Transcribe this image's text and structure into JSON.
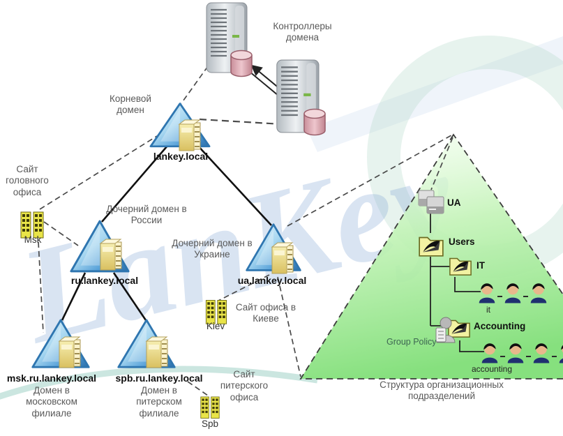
{
  "diagram": {
    "domain_controllers_label": "Контроллеры домена",
    "root_domain": {
      "caption": "Корневой домен",
      "name": "lankey.local"
    },
    "ru_domain": {
      "caption": "Дочерний домен в России",
      "name": "ru.lankey.local"
    },
    "ua_domain": {
      "caption": "Дочерний домен в Украине",
      "name": "ua.lankey.local"
    },
    "msk_domain": {
      "name": "msk.ru.lankey.local",
      "caption": "Домен в московском филиале"
    },
    "spb_domain": {
      "name": "spb.ru.lankey.local",
      "caption": "Домен в питерском филиале"
    },
    "site_msk": {
      "caption": "Сайт головного офиса",
      "label": "Msk"
    },
    "site_kiev": {
      "caption": "Сайт офиса в Киеве",
      "label": "Kiev"
    },
    "site_spb": {
      "caption": "Сайт питерского офиса",
      "label": "Spb"
    },
    "ou_structure": {
      "ua": "UA",
      "users": "Users",
      "it": "IT",
      "accounting": "Accounting",
      "group_policy": "Group Policy",
      "it_group": "it",
      "accounting_group": "accounting",
      "caption": "Структура организационных подразделений"
    },
    "watermark": "LanKey",
    "colors": {
      "domain_triangle": "#4f9bd6",
      "ou_area_green": "#8ce085",
      "dashed_line": "#4a4a4a",
      "caption_text": "#595959",
      "database": "#e8b8c0"
    }
  }
}
